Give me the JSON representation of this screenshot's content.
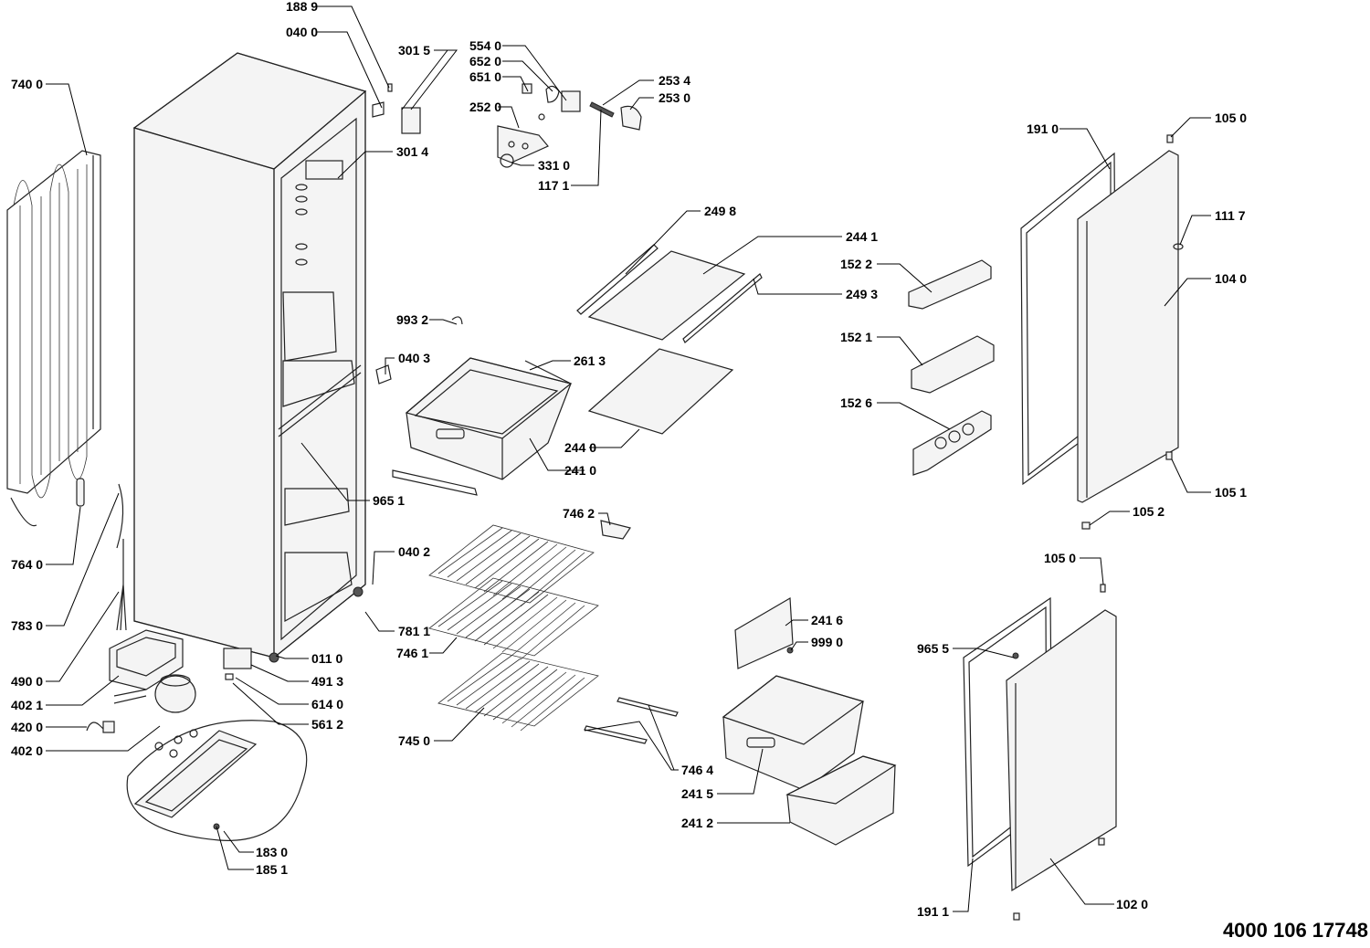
{
  "document_number": "4000 106 17748",
  "labels": [
    {
      "id": "l1889",
      "text": "188 9"
    },
    {
      "id": "l0400",
      "text": "040 0"
    },
    {
      "id": "l3015",
      "text": "301 5"
    },
    {
      "id": "l7400",
      "text": "740 0"
    },
    {
      "id": "l3014",
      "text": "301 4"
    },
    {
      "id": "l5540",
      "text": "554 0"
    },
    {
      "id": "l6520",
      "text": "652 0"
    },
    {
      "id": "l6510",
      "text": "651 0"
    },
    {
      "id": "l2520",
      "text": "252 0"
    },
    {
      "id": "l3310",
      "text": "331 0"
    },
    {
      "id": "l1171",
      "text": "117 1"
    },
    {
      "id": "l2534",
      "text": "253 4"
    },
    {
      "id": "l2530",
      "text": "253 0"
    },
    {
      "id": "l1910",
      "text": "191 0"
    },
    {
      "id": "l1050a",
      "text": "105 0"
    },
    {
      "id": "l1117",
      "text": "111 7"
    },
    {
      "id": "l1040",
      "text": "104 0"
    },
    {
      "id": "l2498",
      "text": "249 8"
    },
    {
      "id": "l2441",
      "text": "244 1"
    },
    {
      "id": "l2493",
      "text": "249 3"
    },
    {
      "id": "l1522",
      "text": "152 2"
    },
    {
      "id": "l1521",
      "text": "152 1"
    },
    {
      "id": "l1526",
      "text": "152 6"
    },
    {
      "id": "l9932",
      "text": "993 2"
    },
    {
      "id": "l0403",
      "text": "040 3"
    },
    {
      "id": "l2613",
      "text": "261 3"
    },
    {
      "id": "l2440",
      "text": "244 0"
    },
    {
      "id": "l2410",
      "text": "241 0"
    },
    {
      "id": "l9651",
      "text": "965 1"
    },
    {
      "id": "l1051",
      "text": "105 1"
    },
    {
      "id": "l1052",
      "text": "105 2"
    },
    {
      "id": "l7462",
      "text": "746 2"
    },
    {
      "id": "l1050b",
      "text": "105 0"
    },
    {
      "id": "l7640",
      "text": "764 0"
    },
    {
      "id": "l0402",
      "text": "040 2"
    },
    {
      "id": "l7830",
      "text": "783 0"
    },
    {
      "id": "l7811",
      "text": "781 1"
    },
    {
      "id": "l7461",
      "text": "746 1"
    },
    {
      "id": "l2416",
      "text": "241 6"
    },
    {
      "id": "l9990",
      "text": "999 0"
    },
    {
      "id": "l9655",
      "text": "965 5"
    },
    {
      "id": "l0110",
      "text": "011 0"
    },
    {
      "id": "l4900",
      "text": "490 0"
    },
    {
      "id": "l4913",
      "text": "491 3"
    },
    {
      "id": "l4021",
      "text": "402 1"
    },
    {
      "id": "l6140",
      "text": "614 0"
    },
    {
      "id": "l4200",
      "text": "420 0"
    },
    {
      "id": "l5612",
      "text": "561 2"
    },
    {
      "id": "l4020",
      "text": "402 0"
    },
    {
      "id": "l7450",
      "text": "745 0"
    },
    {
      "id": "l7464",
      "text": "746 4"
    },
    {
      "id": "l2415",
      "text": "241 5"
    },
    {
      "id": "l2412",
      "text": "241 2"
    },
    {
      "id": "l1830",
      "text": "183 0"
    },
    {
      "id": "l1851",
      "text": "185 1"
    },
    {
      "id": "l1911",
      "text": "191 1"
    },
    {
      "id": "l1020",
      "text": "102 0"
    }
  ]
}
